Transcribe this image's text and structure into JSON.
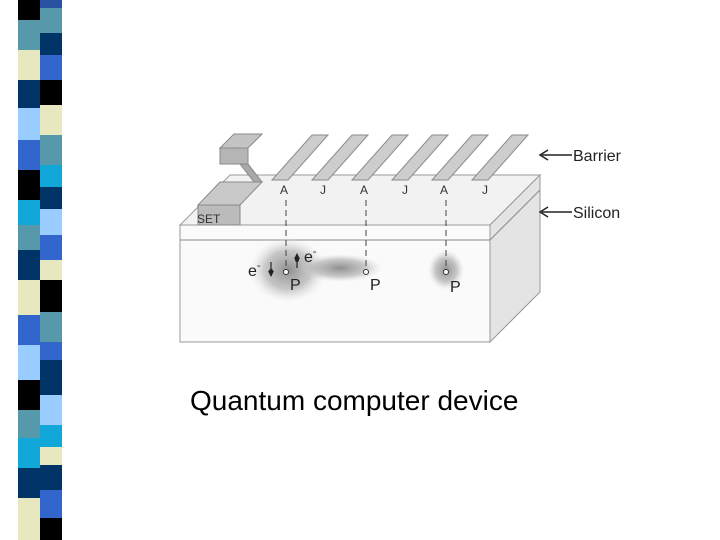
{
  "colors": {
    "navy": "#003366",
    "blue": "#3366cc",
    "light_blue": "#99ccff",
    "cream": "#e8e8c0",
    "teal": "#5599aa",
    "cyan": "#11a7d8",
    "black": "#000000",
    "dark_blue": "#2952a3"
  },
  "labels": {
    "barrier": "Barrier",
    "silicon": "Silicon",
    "set": "SET",
    "gate_a": "A",
    "gate_j": "J",
    "electron": "e",
    "electron_sup": "-",
    "phosphorus": "P"
  },
  "caption": "Quantum computer device"
}
